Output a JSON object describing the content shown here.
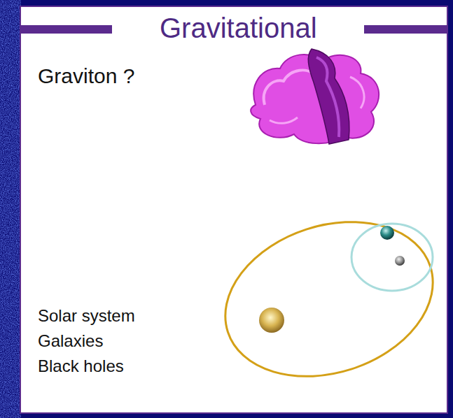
{
  "diagram": {
    "title": "Gravitational",
    "nodes": [
      {
        "text": [
          "Graviton ?",
          "Solar system",
          "Galaxies",
          "Black holes"
        ]
      }
    ]
  }
}
